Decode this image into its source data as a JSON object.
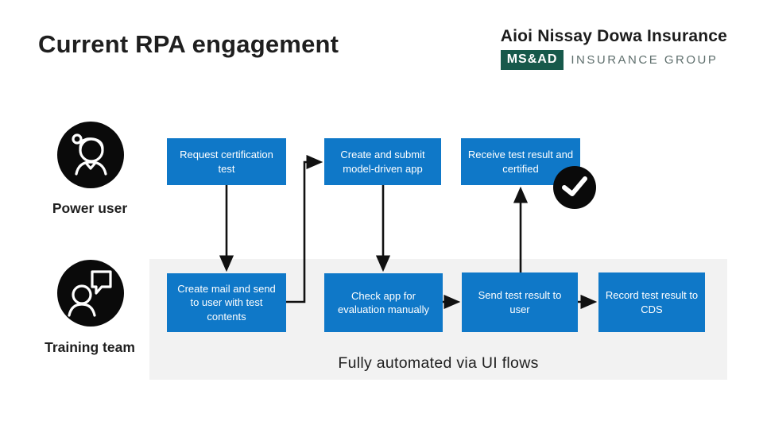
{
  "title": "Current RPA engagement",
  "logo": {
    "company": "Aioi Nissay Dowa Insurance",
    "badge": "MS&AD",
    "group": "INSURANCE GROUP"
  },
  "actors": [
    {
      "label": "Power user",
      "icon": "power-user-icon"
    },
    {
      "label": "Training team",
      "icon": "training-team-icon"
    }
  ],
  "flow": {
    "row1": [
      {
        "label": "Request certification test"
      },
      {
        "label": "Create and submit model-driven app"
      },
      {
        "label": "Receive test result and certified"
      }
    ],
    "row2": [
      {
        "label": "Create mail and send to user with test contents"
      },
      {
        "label": "Check app for evaluation manually"
      },
      {
        "label": "Send test result to user"
      },
      {
        "label": "Record test result to CDS"
      }
    ],
    "completed_badge": "check-icon"
  },
  "automation_note": "Fully automated via UI flows",
  "colors": {
    "box_blue": "#0f78c8",
    "band_gray": "#f2f2f2",
    "badge_green": "#17594b",
    "group_text_gray": "#5f6f6d",
    "text_dark": "#1f1f1f",
    "icon_black": "#0a0a0a",
    "connector_black": "#111111"
  }
}
